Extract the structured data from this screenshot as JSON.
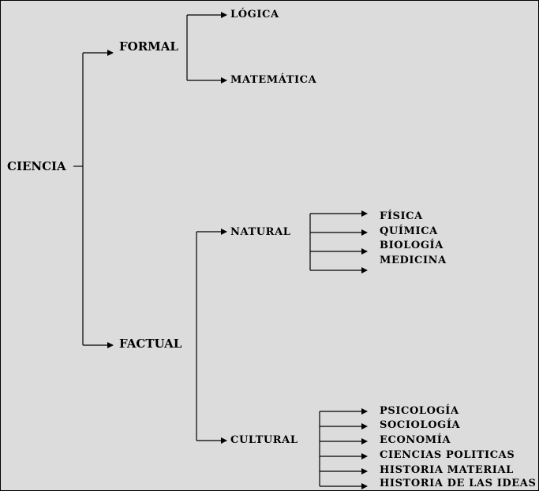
{
  "root": "CIENCIA",
  "formal": {
    "label": "FORMAL",
    "children": [
      "LÓGICA",
      "MATEMÁTICA"
    ]
  },
  "factual": {
    "label": "FACTUAL",
    "natural": {
      "label": "NATURAL",
      "children": [
        "FÍSICA",
        "QUÍMICA",
        "BIOLOGÍA",
        "MEDICINA"
      ]
    },
    "cultural": {
      "label": "CULTURAL",
      "children": [
        "PSICOLOGÍA",
        "SOCIOLOGÍA",
        "ECONOMÍA",
        "CIENCIAS POLITICAS",
        "HISTORIA MATERIAL",
        "HISTORIA DE LAS IDEAS"
      ]
    }
  },
  "colors": {
    "background": "#dcdcdc",
    "line": "#000000"
  }
}
